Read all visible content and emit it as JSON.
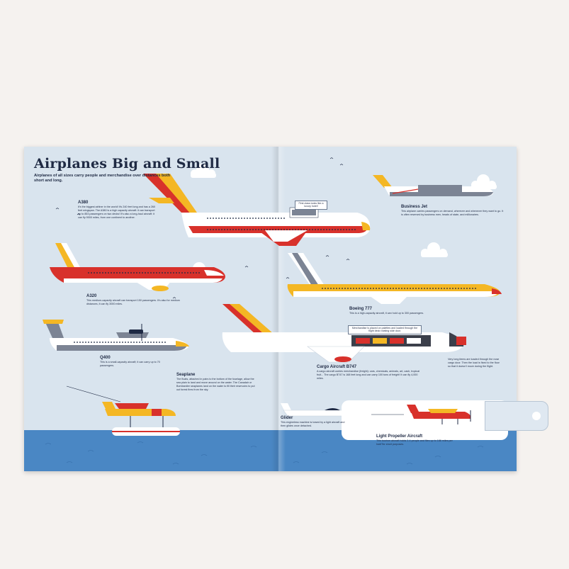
{
  "title": "Airplanes Big and Small",
  "subtitle": "Airplanes of all sizes carry people and merchandise over distances both short and long.",
  "colors": {
    "page": "#d9e4ee",
    "sea": "#4a87c4",
    "red": "#d8312b",
    "yellow": "#f4b724",
    "navy": "#1f2a44",
    "grey": "#7c8494"
  },
  "planes": [
    {
      "key": "a380",
      "name": "A380",
      "description": "It's the biggest airliner in the world! It's 240 feet long and has a 260 feet wingspan. The A380 is a high capacity aircraft: it can transport up to 853 passengers on two decks! It's also a long-haul aircraft: it can fly 9000 miles, from one continent to another."
    },
    {
      "key": "a320",
      "name": "A320",
      "description": "This medium-capacity aircraft can transport 150 passengers. It's also for medium distances, it can fly 3000 miles."
    },
    {
      "key": "q400",
      "name": "Q400",
      "description": "This is a small-capacity aircraft; it can carry up to 70 passengers."
    },
    {
      "key": "seaplane",
      "name": "Seaplane",
      "description": "The floats, attached in pairs to the bottom of the fuselage, allow the sea plain to land and move around on the water. The Canadair or Bombardier seaplanes land on the water to fill their reservoirs to put out forest fires from the sky."
    },
    {
      "key": "business-jet",
      "name": "Business Jet",
      "description": "This airplane carries passengers on demand, wherever and whenever they want to go. It is often reserved by business men, heads of state, and millionaires."
    },
    {
      "key": "boeing-777",
      "name": "Boeing 777",
      "description": "This is a high-capacity aircraft, it can hold up to 300 passengers."
    },
    {
      "key": "cargo-747",
      "name": "Cargo Aircraft B747",
      "description": "A cargo aircraft carries merchandise (freight): cars, chemicals, animals, art, cash, tropical fruit... The cargo B747 is 168 feet long and can carry 100 tons of freight! It can fly 4,000 miles."
    },
    {
      "key": "glider",
      "name": "Glider",
      "description": "This engineless machine is towed by a light aircraft and then glides once detached."
    },
    {
      "key": "light-propeller",
      "name": "Light Propeller Aircraft",
      "description": "This tourism aircraft holds 2-4 people and flies up to 186 miles per hour for short purposes."
    }
  ],
  "bubbles": {
    "first_class": "First class looks like a luxury hotel!",
    "cargo_loading": "Merchandise is placed on palettes and loaded through the flight deck rotating side door.",
    "cargo_door": "Very long items are loaded through the nose cargo door. Then the load is fixed to the floor so that it doesn't move during the flight."
  }
}
